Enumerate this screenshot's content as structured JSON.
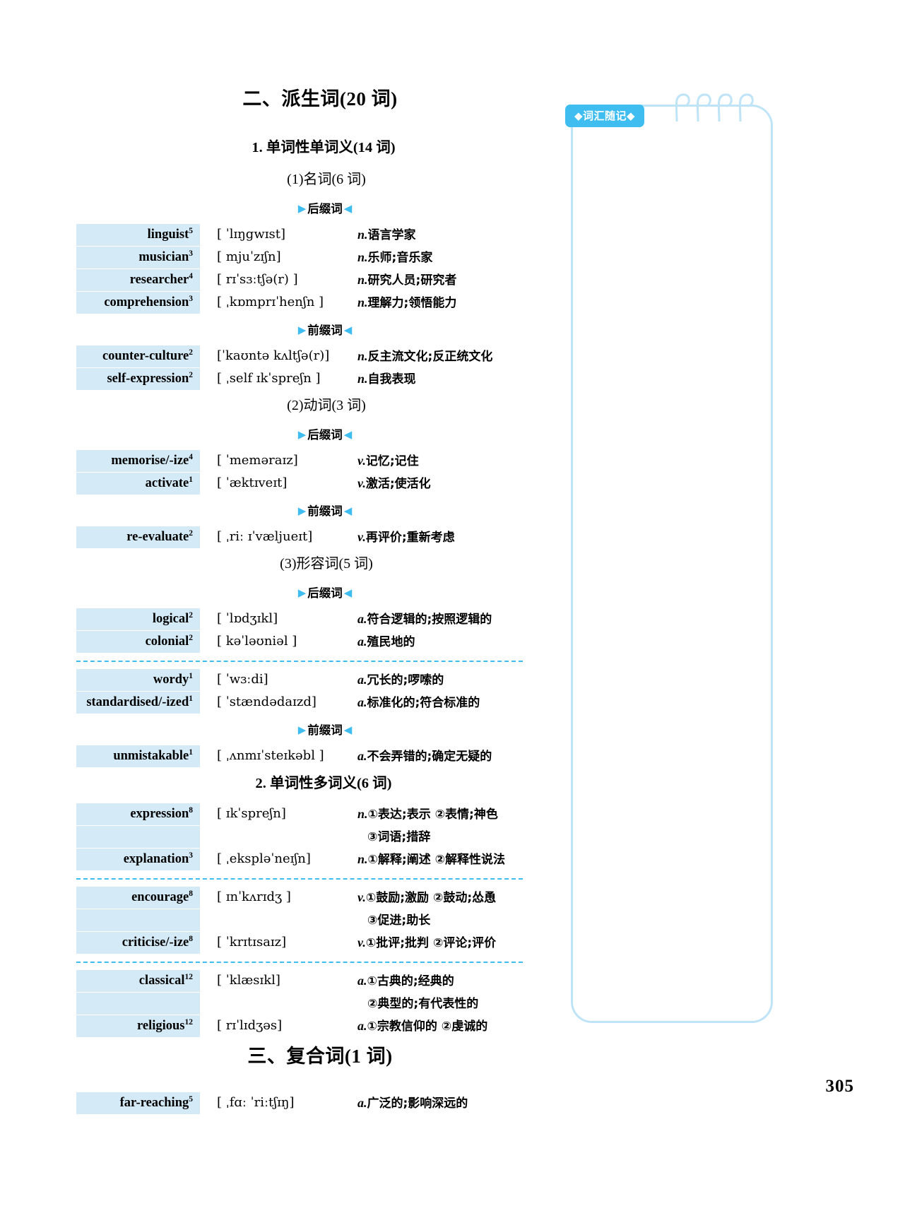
{
  "page": {
    "number": "305"
  },
  "notes_panel": {
    "tab_label": "◆词汇随记◆"
  },
  "sections": [
    {
      "id": "derivatives",
      "heading": "二、派生词(20 词)",
      "subsections": [
        {
          "id": "single-pos-single-sense",
          "heading": "1. 单词性单词义(14 词)",
          "groups": [
            {
              "id": "nouns",
              "heading": "(1)名词(6 词)",
              "blocks": [
                {
                  "affix": "后缀词",
                  "entries": [
                    {
                      "word": "linguist",
                      "sup": "5",
                      "phonetic": "[ ˈlɪŋgwɪst]",
                      "pos": "n.",
                      "senses": [
                        "语言学家"
                      ]
                    },
                    {
                      "word": "musician",
                      "sup": "3",
                      "phonetic": "[ mjuˈzɪʃn]",
                      "pos": "n.",
                      "senses": [
                        "乐师;音乐家"
                      ]
                    },
                    {
                      "word": "researcher",
                      "sup": "4",
                      "phonetic": "[ rɪˈsɜːtʃə(r) ]",
                      "pos": "n.",
                      "senses": [
                        "研究人员;研究者"
                      ]
                    },
                    {
                      "word": "comprehension",
                      "sup": "3",
                      "phonetic": "[ ˌkɒmprɪˈhenʃn ]",
                      "pos": "n.",
                      "senses": [
                        "理解力;领悟能力"
                      ]
                    }
                  ]
                },
                {
                  "affix": "前缀词",
                  "entries": [
                    {
                      "word": "counter-culture",
                      "sup": "2",
                      "phonetic": "[ˈkaʊntə kʌltʃə(r)]",
                      "pos": "n.",
                      "senses": [
                        "反主流文化;反正统文化"
                      ]
                    },
                    {
                      "word": "self-expression",
                      "sup": "2",
                      "phonetic": "[ ˌself ɪkˈspreʃn ]",
                      "pos": "n.",
                      "senses": [
                        "自我表现"
                      ]
                    }
                  ]
                }
              ]
            },
            {
              "id": "verbs",
              "heading": "(2)动词(3 词)",
              "blocks": [
                {
                  "affix": "后缀词",
                  "entries": [
                    {
                      "word": "memorise/-ize",
                      "sup": "4",
                      "phonetic": "[ ˈmeməraɪz]",
                      "pos": "v.",
                      "senses": [
                        "记忆;记住"
                      ]
                    },
                    {
                      "word": "activate",
                      "sup": "1",
                      "phonetic": "[ ˈæktɪveɪt]",
                      "pos": "v.",
                      "senses": [
                        "激活;使活化"
                      ]
                    }
                  ]
                },
                {
                  "affix": "前缀词",
                  "entries": [
                    {
                      "word": "re-evaluate",
                      "sup": "2",
                      "phonetic": "[ ˌriː ɪˈvæljueɪt]",
                      "pos": "v.",
                      "senses": [
                        "再评价;重新考虑"
                      ]
                    }
                  ]
                }
              ]
            },
            {
              "id": "adjectives",
              "heading": "(3)形容词(5 词)",
              "blocks": [
                {
                  "affix": "后缀词",
                  "entries": [
                    {
                      "word": "logical",
                      "sup": "2",
                      "phonetic": "[ ˈlɒdʒɪkl]",
                      "pos": "a.",
                      "senses": [
                        "符合逻辑的;按照逻辑的"
                      ]
                    },
                    {
                      "word": "colonial",
                      "sup": "2",
                      "phonetic": "[ kəˈləʊniəl ]",
                      "pos": "a.",
                      "senses": [
                        "殖民地的"
                      ]
                    }
                  ],
                  "separator_after": true
                },
                {
                  "affix": null,
                  "entries": [
                    {
                      "word": "wordy",
                      "sup": "1",
                      "phonetic": "[ ˈwɜːdi]",
                      "pos": "a.",
                      "senses": [
                        "冗长的;啰嗦的"
                      ]
                    },
                    {
                      "word": "standardised/-ized",
                      "sup": "1",
                      "phonetic": "[ ˈstændədaɪzd]",
                      "pos": "a.",
                      "senses": [
                        "标准化的;符合标准的"
                      ]
                    }
                  ]
                },
                {
                  "affix": "前缀词",
                  "entries": [
                    {
                      "word": "unmistakable",
                      "sup": "1",
                      "phonetic": "[ ˌʌnmɪˈsteɪkəbl ]",
                      "pos": "a.",
                      "senses": [
                        "不会弄错的;确定无疑的"
                      ]
                    }
                  ]
                }
              ]
            }
          ]
        },
        {
          "id": "single-pos-multi-sense",
          "heading": "2. 单词性多词义(6 词)",
          "groups": [
            {
              "id": "multi-sense-nouns",
              "heading": null,
              "blocks": [
                {
                  "affix": null,
                  "entries": [
                    {
                      "word": "expression",
                      "sup": "8",
                      "phonetic": "[ ɪkˈspreʃn]",
                      "pos": "n.",
                      "senses": [
                        "①表达;表示 ②表情;神色",
                        "③词语;措辞"
                      ]
                    },
                    {
                      "word": "explanation",
                      "sup": "3",
                      "phonetic": "[ ˌekspləˈneɪʃn]",
                      "pos": "n.",
                      "senses": [
                        "①解释;阐述 ②解释性说法"
                      ]
                    }
                  ],
                  "separator_after": true
                },
                {
                  "affix": null,
                  "entries": [
                    {
                      "word": "encourage",
                      "sup": "8",
                      "phonetic": "[ ɪnˈkʌrɪdʒ ]",
                      "pos": "v.",
                      "senses": [
                        "①鼓励;激励 ②鼓动;怂恿",
                        "③促进;助长"
                      ]
                    },
                    {
                      "word": "criticise/-ize",
                      "sup": "8",
                      "phonetic": "[ ˈkrɪtɪsaɪz]",
                      "pos": "v.",
                      "senses": [
                        "①批评;批判 ②评论;评价"
                      ]
                    }
                  ],
                  "separator_after": true
                },
                {
                  "affix": null,
                  "entries": [
                    {
                      "word": "classical",
                      "sup": "12",
                      "phonetic": "[ ˈklæsɪkl]",
                      "pos": "a.",
                      "senses": [
                        "①古典的;经典的",
                        "②典型的;有代表性的"
                      ]
                    },
                    {
                      "word": "religious",
                      "sup": "12",
                      "phonetic": "[ rɪˈlɪdʒəs]",
                      "pos": "a.",
                      "senses": [
                        "①宗教信仰的 ②虔诚的"
                      ]
                    }
                  ]
                }
              ]
            }
          ]
        }
      ]
    },
    {
      "id": "compounds",
      "heading": "三、复合词(1 词)",
      "subsections": [
        {
          "id": "compound-list",
          "heading": null,
          "groups": [
            {
              "id": "compound-group",
              "heading": null,
              "blocks": [
                {
                  "affix": null,
                  "entries": [
                    {
                      "word": "far-reaching",
                      "sup": "5",
                      "phonetic": "[ ˌfɑː ˈriːtʃɪŋ]",
                      "pos": "a.",
                      "senses": [
                        "广泛的;影响深远的"
                      ]
                    }
                  ]
                }
              ]
            }
          ]
        }
      ]
    }
  ],
  "colors": {
    "accent": "#3fbdf1",
    "word_band": "#d4eaf7",
    "panel_border": "#bfe4f7"
  }
}
